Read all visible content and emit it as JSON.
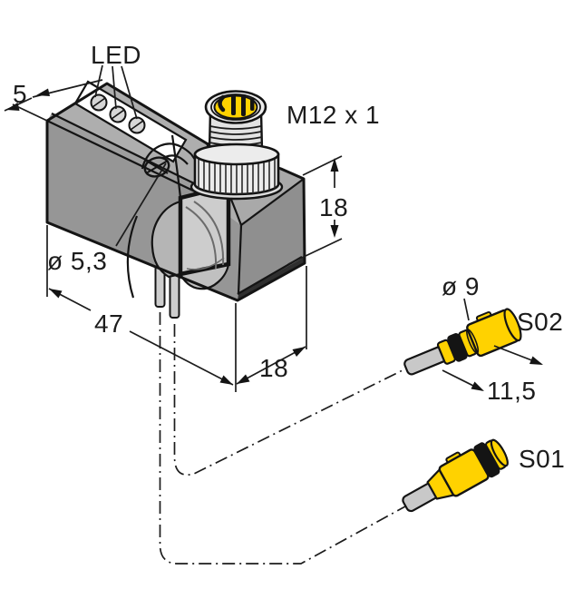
{
  "drawing": {
    "description": "Technical dimension drawing of an inductive sensor block with M12 connector and two remote sensing heads",
    "labels": {
      "led": "LED",
      "top_width": "5",
      "connector_thread": "M12 x 1",
      "connector_height": "18",
      "hole_diameter": "ø 5,3",
      "body_length": "47",
      "body_depth": "18",
      "head_diameter": "ø 9",
      "head_s02": "S02",
      "head_length": "11,5",
      "head_s01": "S01"
    },
    "colors": {
      "accent_yellow": "#ffd200",
      "outline": "#141414",
      "body_top_gray": "#aeaeae",
      "body_front_gray": "#969696",
      "tower_face_gray": "#8f8f8f",
      "background": "#ffffff"
    }
  }
}
